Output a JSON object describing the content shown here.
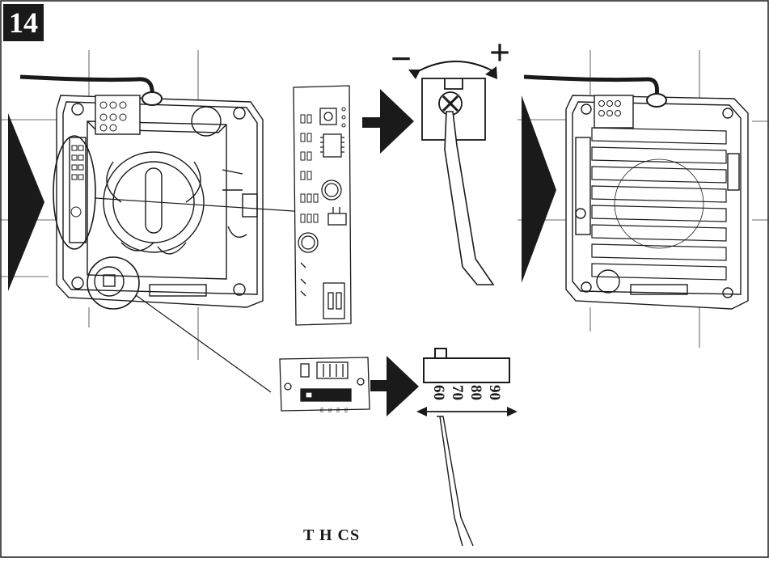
{
  "figure": {
    "step_number": "14",
    "adjust_minus": "−",
    "adjust_plus": "+",
    "scale_labels": [
      "60",
      "70",
      "80",
      "90"
    ],
    "board_scale_labels": [
      "60",
      "70",
      "80",
      "90"
    ],
    "model_code": "T H CS"
  },
  "colors": {
    "ink": "#1a1a1a",
    "paper": "#ffffff",
    "grid": "#3a3a3a"
  }
}
